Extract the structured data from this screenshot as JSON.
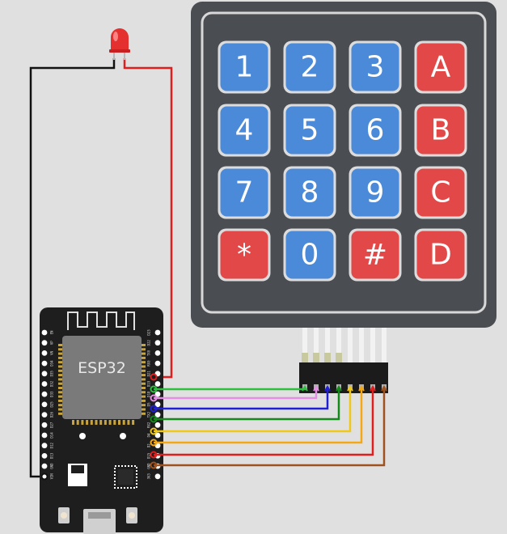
{
  "keypad": {
    "rows": [
      [
        {
          "label": "1",
          "kind": "digit"
        },
        {
          "label": "2",
          "kind": "digit"
        },
        {
          "label": "3",
          "kind": "digit"
        },
        {
          "label": "A",
          "kind": "letter"
        }
      ],
      [
        {
          "label": "4",
          "kind": "digit"
        },
        {
          "label": "5",
          "kind": "digit"
        },
        {
          "label": "6",
          "kind": "digit"
        },
        {
          "label": "B",
          "kind": "letter"
        }
      ],
      [
        {
          "label": "7",
          "kind": "digit"
        },
        {
          "label": "8",
          "kind": "digit"
        },
        {
          "label": "9",
          "kind": "digit"
        },
        {
          "label": "C",
          "kind": "letter"
        }
      ],
      [
        {
          "label": "*",
          "kind": "symbol"
        },
        {
          "label": "0",
          "kind": "digit"
        },
        {
          "label": "#",
          "kind": "symbol"
        },
        {
          "label": "D",
          "kind": "letter"
        }
      ]
    ]
  },
  "board": {
    "chip_label": "ESP32",
    "left_pins": [
      "EN",
      "VP",
      "VN",
      "D34",
      "D35",
      "D32",
      "D33",
      "D25",
      "D26",
      "D27",
      "D14",
      "D12",
      "D13",
      "GND",
      "VIN"
    ],
    "right_pins": [
      "D23",
      "D22",
      "TX0",
      "RX0",
      "D21",
      "D19",
      "D18",
      "D5",
      "TX2",
      "RX2",
      "D4",
      "D2",
      "D15",
      "GND",
      "3V3"
    ]
  },
  "led": {
    "color": "red"
  },
  "colors": {
    "keypad_body": "#4a4d52",
    "digit_key": "#4a8ad8",
    "special_key": "#e34848",
    "board": "#1e1e1e",
    "wires": [
      "#2fbf3f",
      "#e48fe4",
      "#1f1fd6",
      "#138a1a",
      "#f0c81a",
      "#f5a814",
      "#e01e1e",
      "#a0521e"
    ],
    "led_wire_red": "#e01e1e",
    "led_wire_black": "#111111"
  }
}
